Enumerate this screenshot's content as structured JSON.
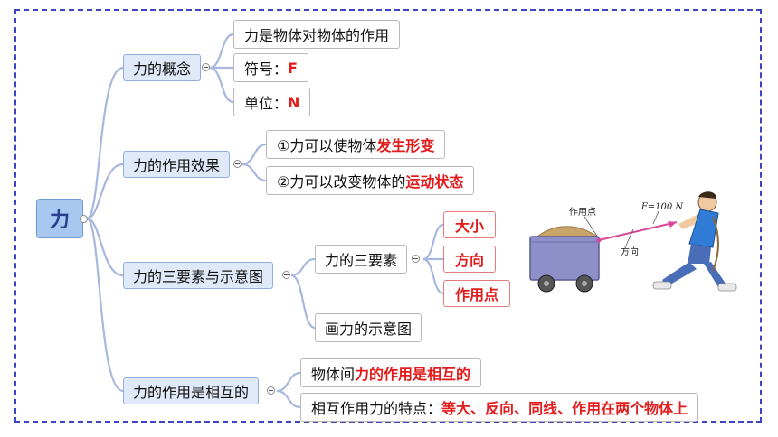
{
  "root": {
    "label": "力"
  },
  "branches": [
    {
      "label": "力的概念",
      "children": [
        {
          "text": "力是物体对物体的作用"
        },
        {
          "text": "符号：",
          "highlight": "F"
        },
        {
          "text": "单位：",
          "highlight": "N"
        }
      ]
    },
    {
      "label": "力的作用效果",
      "children": [
        {
          "text": "①力可以使物体",
          "highlight": "发生形变"
        },
        {
          "text": "②力可以改变物体的",
          "highlight": "运动状态"
        }
      ]
    },
    {
      "label": "力的三要素与示意图",
      "sub": {
        "label": "力的三要素",
        "elements": [
          "大小",
          "方向",
          "作用点"
        ]
      },
      "extra": "画力的示意图"
    },
    {
      "label": "力的作用是相互的",
      "children": [
        {
          "text": "物体间",
          "highlight": "力的作用是相互的"
        },
        {
          "text": "相互作用力的特点：",
          "parts": [
            "等大",
            "、",
            "反向",
            "、",
            "同线",
            "、",
            "作用在两个物体上"
          ]
        }
      ]
    }
  ],
  "illustration": {
    "point_label": "作用点",
    "force_label": "F=100 N",
    "direction_label": "方向"
  },
  "colors": {
    "accent_red": "#e31b1b",
    "line_blue": "#a7b7dd",
    "root_fill": "#a8c8f0",
    "frame": "#3b45c4"
  }
}
